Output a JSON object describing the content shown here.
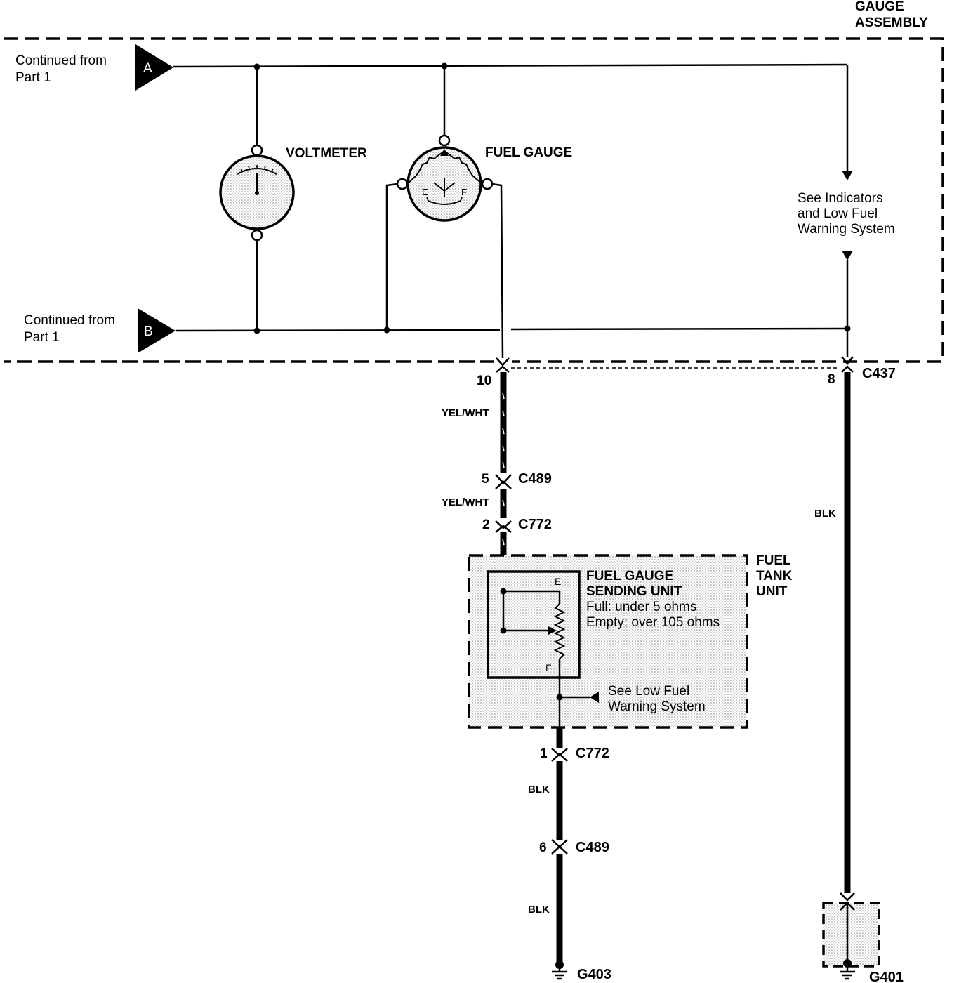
{
  "gauge_assembly": {
    "title_line1": "GAUGE",
    "title_line2": "ASSEMBLY"
  },
  "inputs": {
    "a": {
      "letter": "A",
      "text_line1": "Continued from",
      "text_line2": "Part 1"
    },
    "b": {
      "letter": "B",
      "text_line1": "Continued from",
      "text_line2": "Part 1"
    }
  },
  "voltmeter": {
    "label": "VOLTMETER"
  },
  "fuel_gauge": {
    "label": "FUEL GAUGE",
    "e_mark": "E",
    "f_mark": "F"
  },
  "indicator_ref": {
    "line1": "See Indicators",
    "line2": "and Low Fuel",
    "line3": "Warning System"
  },
  "wire_left": {
    "pin_top": "10",
    "color1": "YEL/WHT",
    "pin_c489": "5",
    "conn_c489": "C489",
    "color2": "YEL/WHT",
    "pin_c772": "2",
    "conn_c772": "C772"
  },
  "wire_right": {
    "pin": "8",
    "conn": "C437",
    "color": "BLK",
    "ground": "G401"
  },
  "fuel_tank_unit": {
    "title_line1": "FUEL",
    "title_line2": "TANK",
    "title_line3": "UNIT",
    "sender_line1": "FUEL GAUGE",
    "sender_line2": "SENDING UNIT",
    "full_text": "Full: under 5 ohms",
    "empty_text": "Empty: over 105 ohms",
    "e_mark": "E",
    "f_mark": "F",
    "low_fuel_line1": "See Low Fuel",
    "low_fuel_line2": "Warning System"
  },
  "ground_wire": {
    "pin_c772": "1",
    "conn_c772": "C772",
    "color1": "BLK",
    "pin_c489": "6",
    "conn_c489": "C489",
    "color2": "BLK",
    "ground": "G403"
  }
}
